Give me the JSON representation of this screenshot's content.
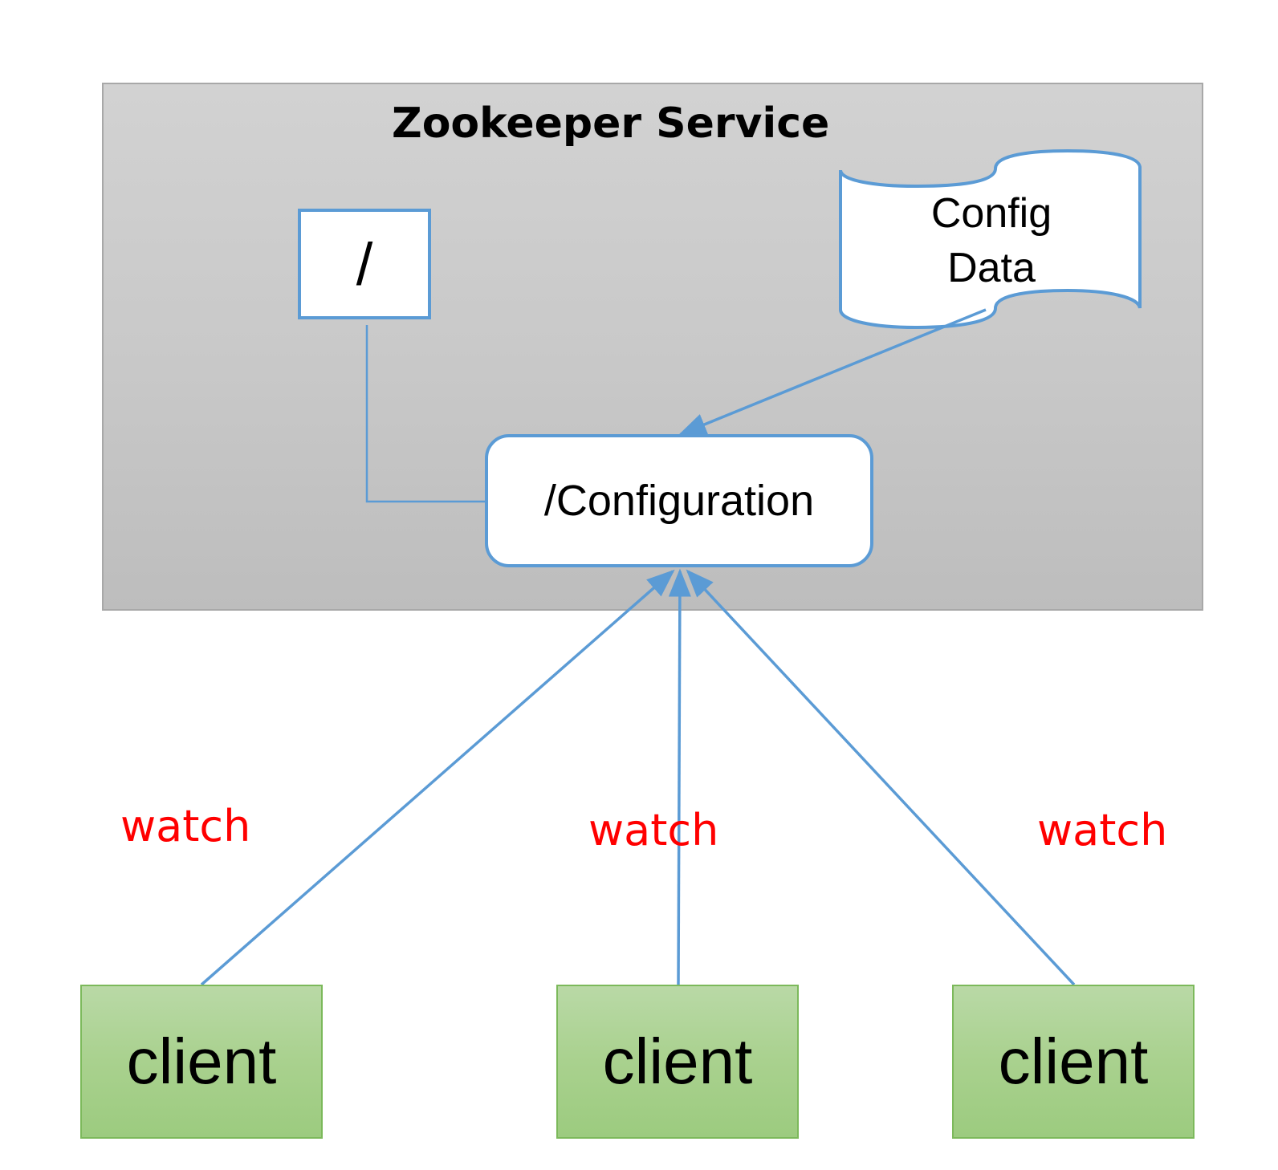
{
  "service": {
    "title": "Zookeeper Service"
  },
  "nodes": {
    "root_label": "/",
    "configuration_label": "/Configuration",
    "config_data_line1": "Config",
    "config_data_line2": "Data"
  },
  "clients": [
    {
      "label": "client",
      "watch": "watch"
    },
    {
      "label": "client",
      "watch": "watch"
    },
    {
      "label": "client",
      "watch": "watch"
    }
  ],
  "colors": {
    "connector": "#5b9bd5",
    "watch_text": "#ff0000",
    "client_fill": "#a9d18e",
    "service_fill": "#c9c9c9"
  }
}
